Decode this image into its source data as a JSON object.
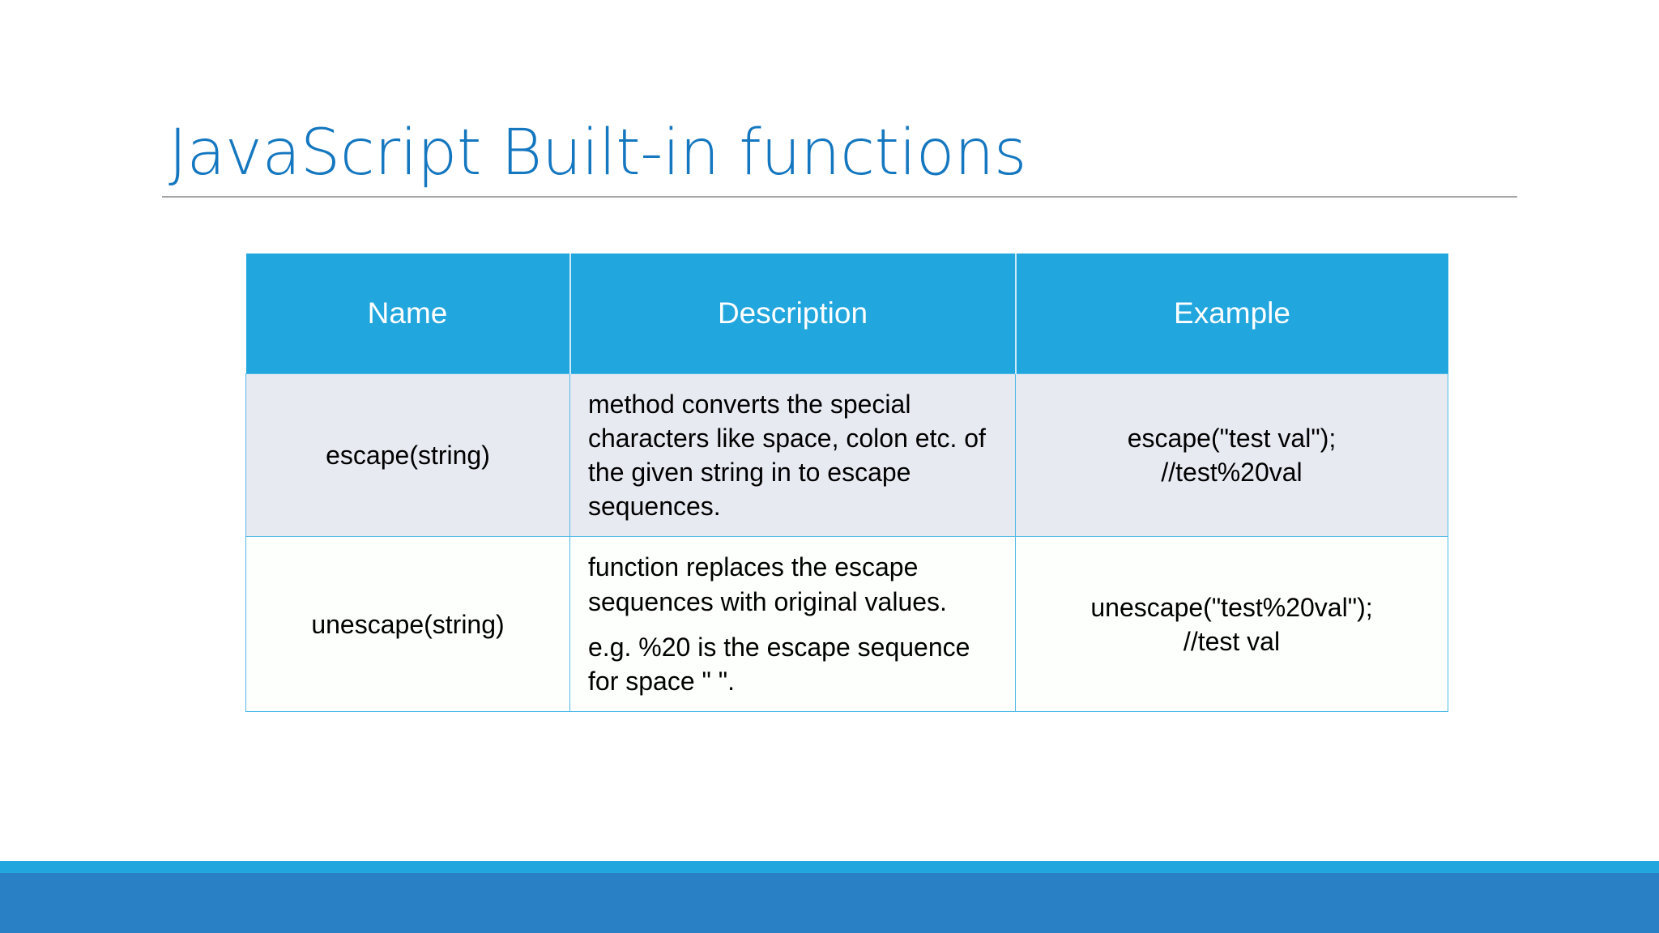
{
  "slide": {
    "title": "JavaScript Built-in functions",
    "accent_blue": "#1577c0",
    "header_cyan": "#21a6de",
    "row_alt_bg": "#e8eaf2",
    "row_plain_bg": "#fdfffc",
    "cell_border": "#4fb9e8",
    "bottom_bar_light": "#21a6de",
    "bottom_bar_dark": "#2a80c4"
  },
  "table": {
    "columns": [
      "Name",
      "Description",
      "Example"
    ],
    "rows": [
      {
        "name": "escape(string)",
        "description": [
          "method converts the special characters like space, colon etc. of the given string in to escape sequences."
        ],
        "example_lines": [
          "escape(\"test val\");",
          "//test%20val"
        ]
      },
      {
        "name": "unescape(string)",
        "description": [
          "function replaces the escape sequences with original values.",
          "e.g. %20 is the escape sequence for space \" \"."
        ],
        "example_lines": [
          "unescape(\"test%20val\");",
          "//test val"
        ]
      }
    ]
  }
}
